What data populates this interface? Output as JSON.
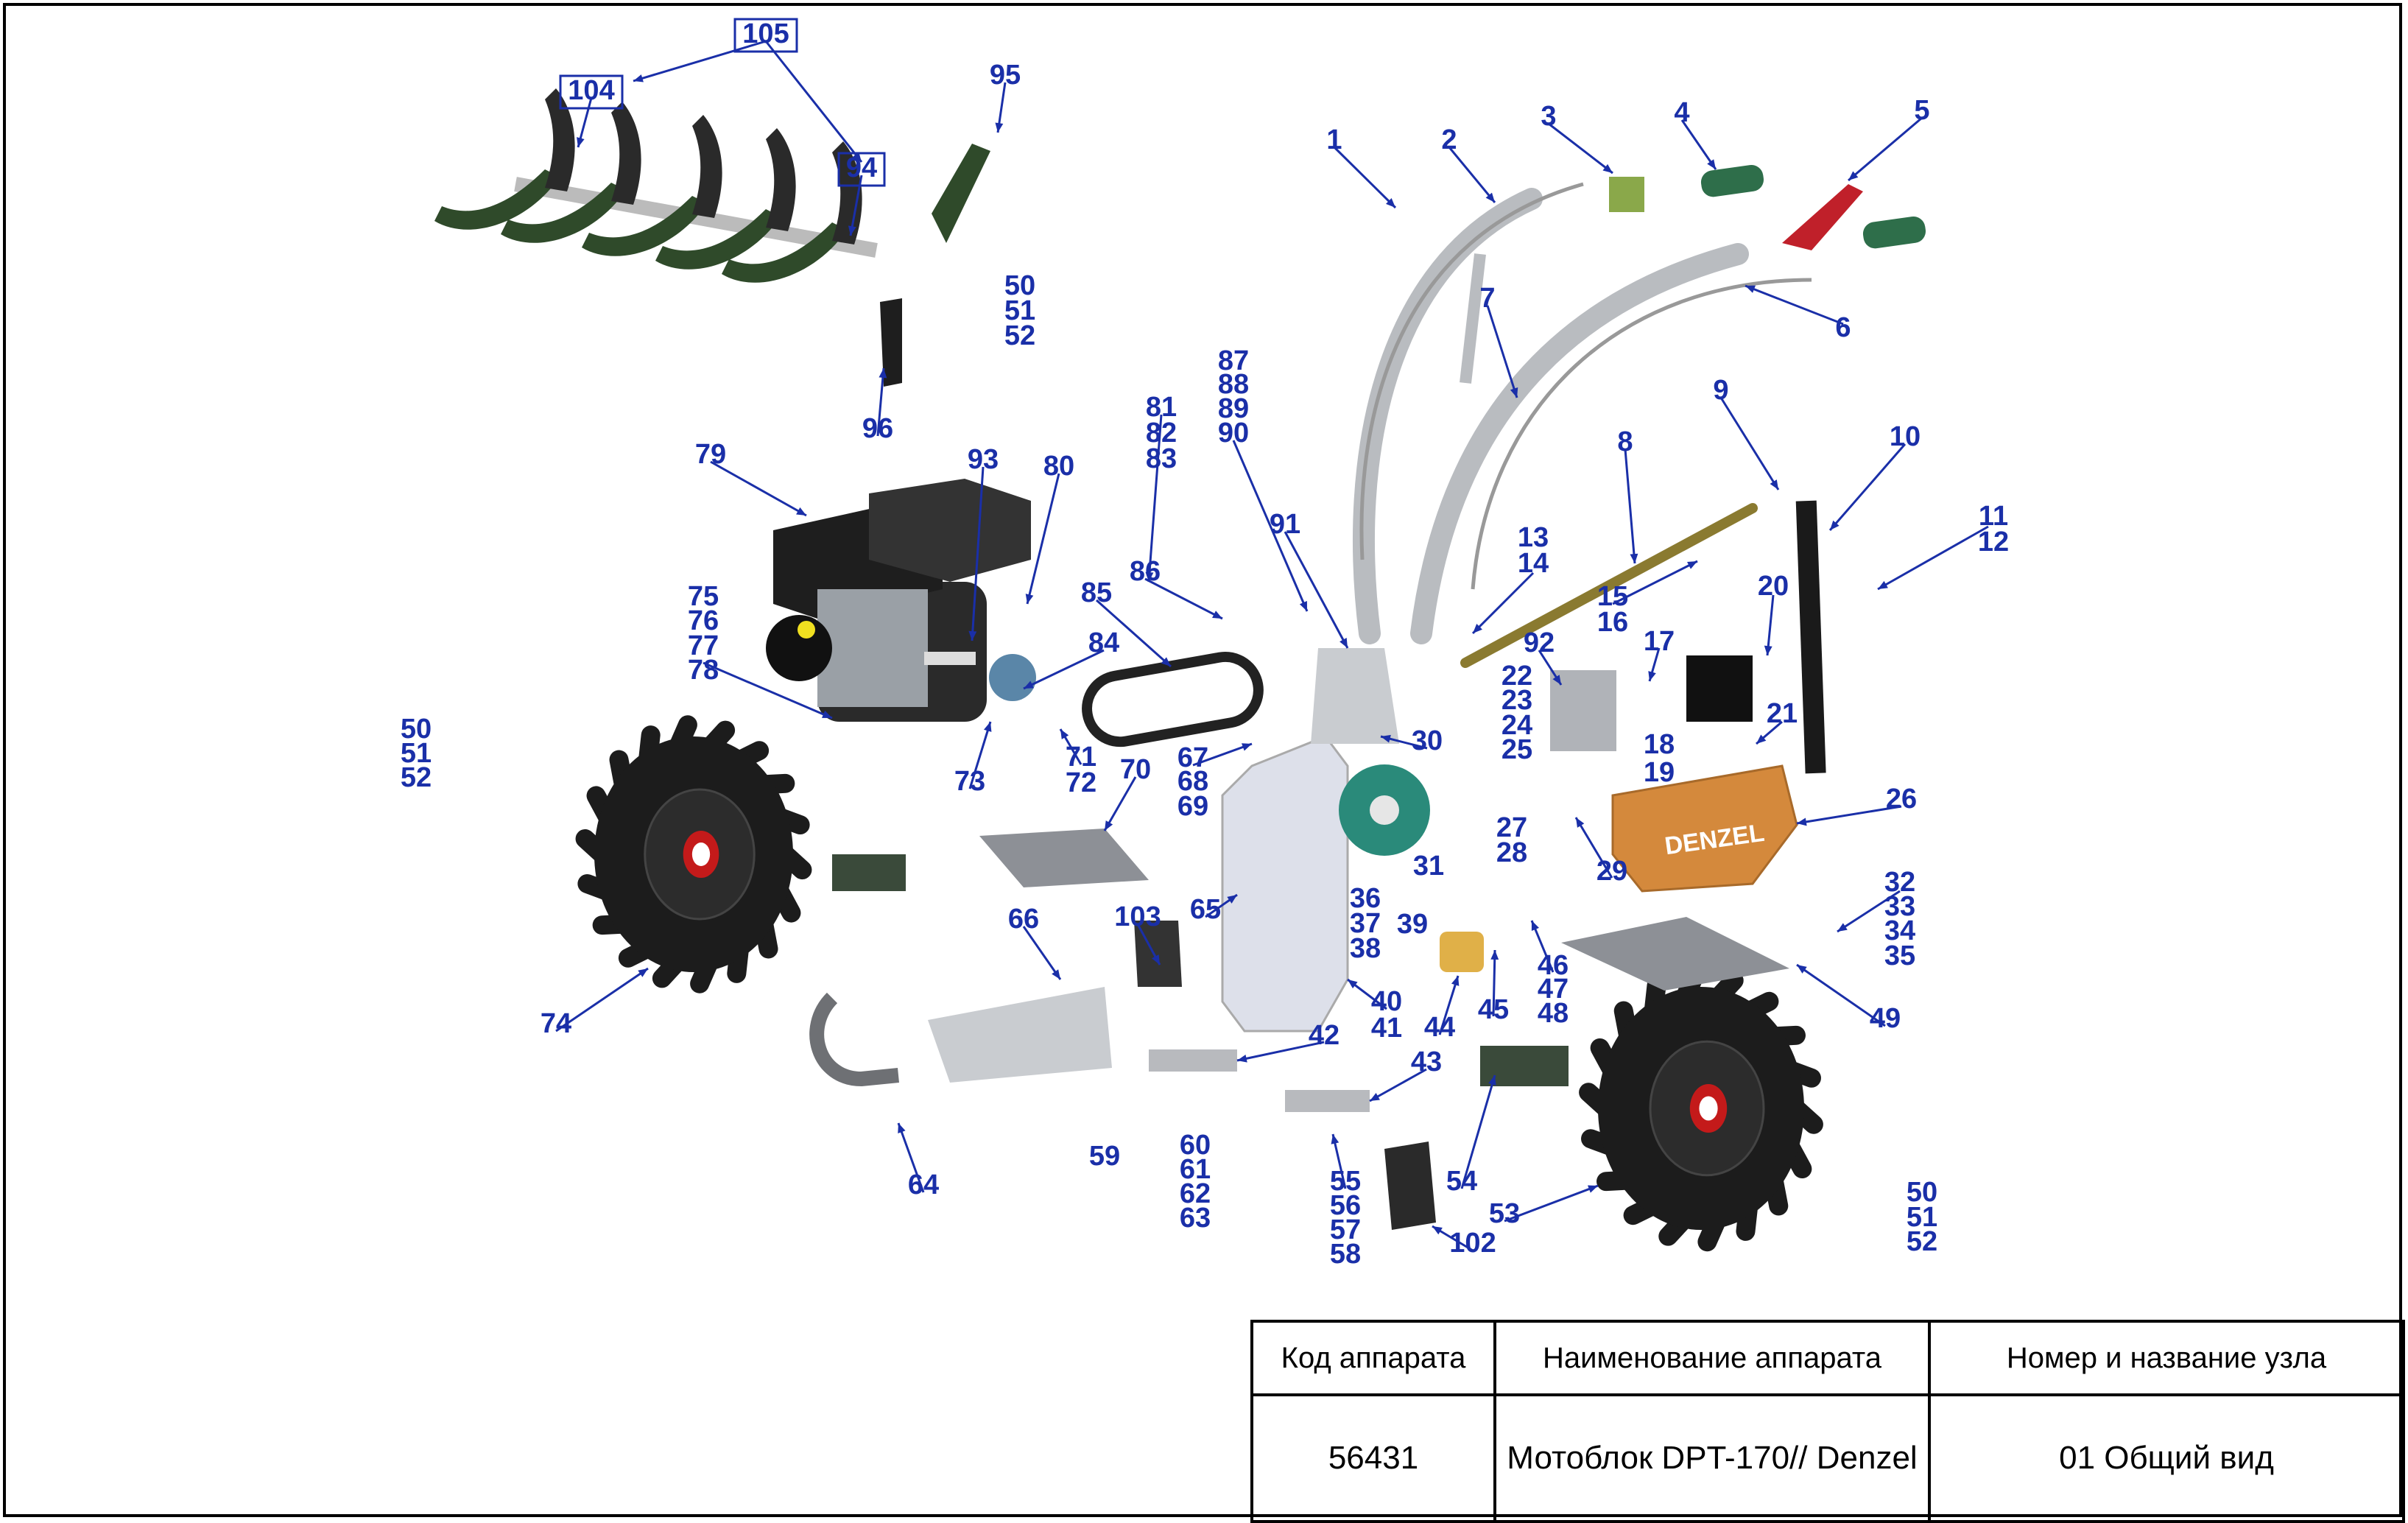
{
  "callouts": [
    "1",
    "2",
    "3",
    "4",
    "5",
    "6",
    "7",
    "8",
    "9",
    "10",
    "11",
    "12",
    "13",
    "14",
    "15",
    "16",
    "17",
    "18",
    "19",
    "20",
    "21",
    "22",
    "23",
    "24",
    "25",
    "26",
    "27",
    "28",
    "29",
    "30",
    "31",
    "32",
    "33",
    "34",
    "35",
    "36",
    "37",
    "38",
    "39",
    "40",
    "41",
    "42",
    "43",
    "44",
    "45",
    "46",
    "47",
    "48",
    "49",
    "50",
    "51",
    "52",
    "53",
    "54",
    "55",
    "56",
    "57",
    "58",
    "59",
    "60",
    "61",
    "62",
    "63",
    "64",
    "65",
    "66",
    "67",
    "68",
    "69",
    "70",
    "71",
    "72",
    "73",
    "74",
    "75",
    "76",
    "77",
    "78",
    "79",
    "80",
    "81",
    "82",
    "83",
    "84",
    "85",
    "86",
    "87",
    "88",
    "89",
    "90",
    "91",
    "92",
    "93",
    "94",
    "95",
    "96",
    "102",
    "103",
    "104",
    "105"
  ],
  "callouts_repeat": [
    "50",
    "51",
    "52",
    "50",
    "51",
    "52"
  ],
  "brand_decal": "DENZEL",
  "title_block": {
    "headers": [
      "Код аппарата",
      "Наименование аппарата",
      "Номер и название узла"
    ],
    "values": [
      "56431",
      "Мотоблок DPT-170// Denzel",
      "01 Общий вид"
    ]
  },
  "colors": {
    "callout_blue": "#1a2fa8",
    "wheel": "#1c1c1c",
    "hub_red": "#c41a1a",
    "steel": "#b9bcc0",
    "engine_black": "#2a2a2a",
    "cover_orange": "#d4893c",
    "tiller_green": "#2f4a2a",
    "pulley_teal": "#2a8a7a",
    "handle_green": "#2e6e4a",
    "lever_red": "#c0202a",
    "bushing_gold": "#e0b048"
  }
}
